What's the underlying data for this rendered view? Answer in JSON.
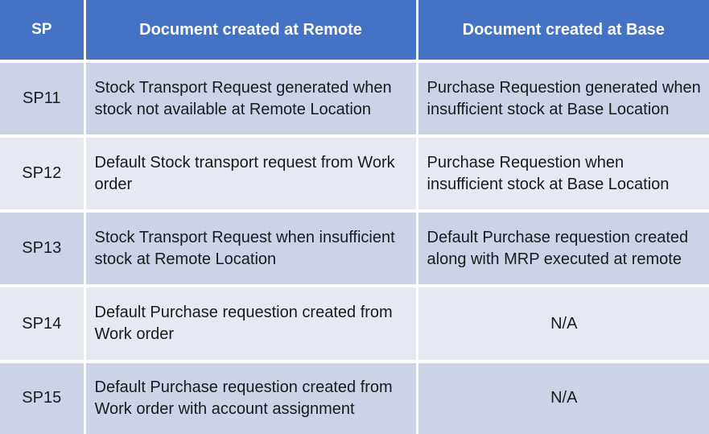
{
  "table": {
    "columns": [
      {
        "key": "sp",
        "label": "SP"
      },
      {
        "key": "remote",
        "label": "Document created at Remote"
      },
      {
        "key": "base",
        "label": "Document created at Base"
      }
    ],
    "rows": [
      {
        "sp": "SP11",
        "remote": "Stock Transport Request generated when stock not available at Remote Location",
        "base": "Purchase Requestion generated when insufficient stock at Base Location"
      },
      {
        "sp": "SP12",
        "remote": "Default Stock transport request from Work order",
        "base": "Purchase Requestion when insufficient stock at Base Location"
      },
      {
        "sp": "SP13",
        "remote": "Stock Transport Request when insufficient stock at Remote Location",
        "base": "Default Purchase requestion created along with MRP executed at remote"
      },
      {
        "sp": "SP14",
        "remote": "Default Purchase requestion created from Work order",
        "base": "N/A"
      },
      {
        "sp": "SP15",
        "remote": "Default Purchase requestion created from Work order with account assignment",
        "base": "N/A"
      }
    ]
  },
  "colors": {
    "header_background": "#4472C4",
    "header_text": "#FFFFFF",
    "row_dark": "#CCD3E7",
    "row_light": "#E6E9F3",
    "grid_line": "#FFFFFF",
    "body_text": "#1A1A1A"
  }
}
